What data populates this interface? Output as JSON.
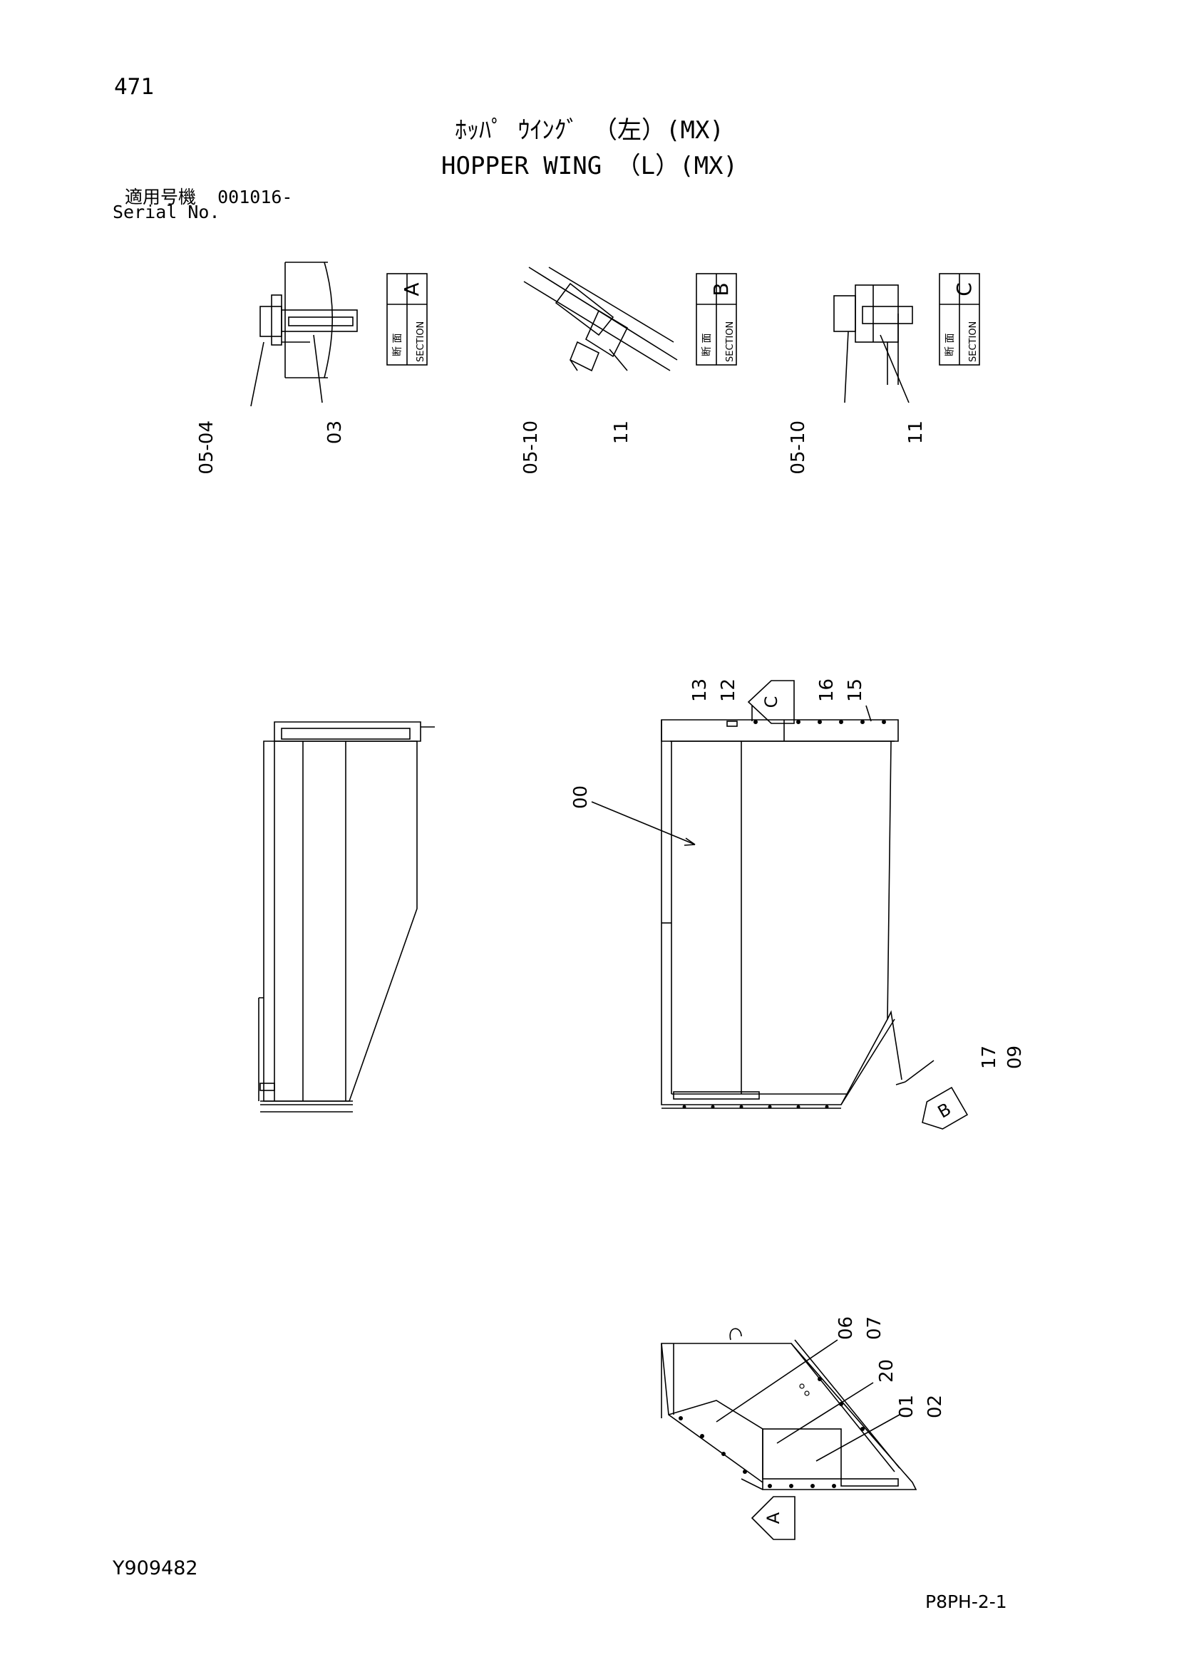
{
  "header": {
    "page_number": "471",
    "title_jp": "ﾎｯﾊﾟ ｳｲﾝｸﾞ （左）(MX)",
    "title_en": "HOPPER WING （L）(MX)",
    "serial_label_jp": "適用号機",
    "serial_value": "001016-",
    "serial_label_en": "Serial No."
  },
  "sections": [
    {
      "letter": "A",
      "jp": "断 面",
      "en": "SECTION",
      "callouts": [
        "05-04",
        "03"
      ]
    },
    {
      "letter": "B",
      "jp": "断 面",
      "en": "SECTION",
      "callouts": [
        "05-10",
        "11"
      ]
    },
    {
      "letter": "C",
      "jp": "断 面",
      "en": "SECTION",
      "callouts": [
        "05-10",
        "11"
      ]
    }
  ],
  "view_markers": [
    "C",
    "B",
    "A"
  ],
  "part_callouts": {
    "front": [
      "13",
      "12",
      "16",
      "15",
      "00",
      "17",
      "09"
    ],
    "bottom": [
      "06",
      "07",
      "20",
      "01",
      "02"
    ]
  },
  "footer": {
    "doc_code": "Y909482",
    "page_code": "P8PH-2-1"
  }
}
